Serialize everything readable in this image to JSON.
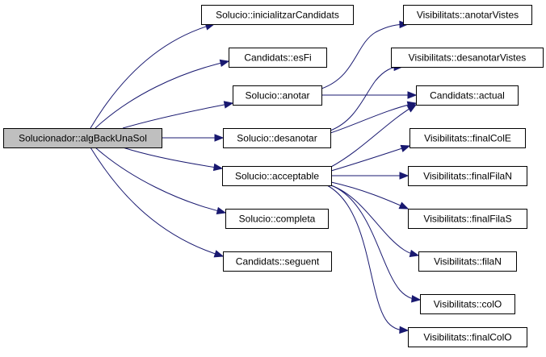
{
  "diagram": {
    "colors": {
      "edge": "#191970",
      "root_fill": "#bfbfbf",
      "node_fill": "#ffffff",
      "node_border": "#000000"
    },
    "nodes": [
      {
        "id": "root",
        "label": "Solucionador::algBackUnaSol",
        "root": true
      },
      {
        "id": "ini",
        "label": "Solucio::inicialitzarCandidats"
      },
      {
        "id": "esfi",
        "label": "Candidats::esFi"
      },
      {
        "id": "anotar",
        "label": "Solucio::anotar"
      },
      {
        "id": "desanotar",
        "label": "Solucio::desanotar"
      },
      {
        "id": "acceptable",
        "label": "Solucio::acceptable"
      },
      {
        "id": "completa",
        "label": "Solucio::completa"
      },
      {
        "id": "seguent",
        "label": "Candidats::seguent"
      },
      {
        "id": "anotarVistes",
        "label": "Visibilitats::anotarVistes"
      },
      {
        "id": "desanotarVistes",
        "label": "Visibilitats::desanotarVistes"
      },
      {
        "id": "actual",
        "label": "Candidats::actual"
      },
      {
        "id": "finalColE",
        "label": "Visibilitats::finalColE"
      },
      {
        "id": "finalFilaN",
        "label": "Visibilitats::finalFilaN"
      },
      {
        "id": "finalFilaS",
        "label": "Visibilitats::finalFilaS"
      },
      {
        "id": "filaN",
        "label": "Visibilitats::filaN"
      },
      {
        "id": "colO",
        "label": "Visibilitats::colO"
      },
      {
        "id": "finalColO",
        "label": "Visibilitats::finalColO"
      }
    ],
    "edges": [
      {
        "from": "root",
        "to": "ini"
      },
      {
        "from": "root",
        "to": "esfi"
      },
      {
        "from": "root",
        "to": "anotar"
      },
      {
        "from": "root",
        "to": "desanotar"
      },
      {
        "from": "root",
        "to": "acceptable"
      },
      {
        "from": "root",
        "to": "completa"
      },
      {
        "from": "root",
        "to": "seguent"
      },
      {
        "from": "anotar",
        "to": "anotarVistes"
      },
      {
        "from": "anotar",
        "to": "actual"
      },
      {
        "from": "desanotar",
        "to": "desanotarVistes"
      },
      {
        "from": "desanotar",
        "to": "actual"
      },
      {
        "from": "acceptable",
        "to": "actual"
      },
      {
        "from": "acceptable",
        "to": "finalColE"
      },
      {
        "from": "acceptable",
        "to": "finalFilaN"
      },
      {
        "from": "acceptable",
        "to": "finalFilaS"
      },
      {
        "from": "acceptable",
        "to": "filaN"
      },
      {
        "from": "acceptable",
        "to": "colO"
      },
      {
        "from": "acceptable",
        "to": "finalColO"
      }
    ]
  }
}
